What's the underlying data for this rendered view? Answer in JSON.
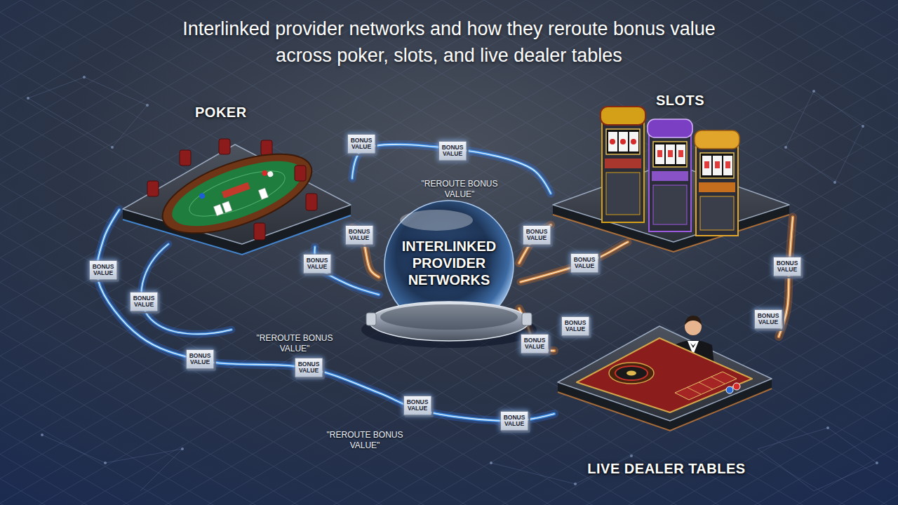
{
  "diagram": {
    "title": "Interlinked provider networks and how they reroute bonus value across poker, slots, and live dealer tables",
    "nodes": [
      {
        "text": [
          "POKER"
        ]
      },
      {
        "text": [
          "SLOTS"
        ]
      },
      {
        "text": [
          "INTERLINKED PROVIDER NETWORKS"
        ]
      },
      {
        "text": [
          "LIVE DEALER TABLES"
        ]
      }
    ],
    "edges": [
      {
        "from": 0,
        "to": 1,
        "arrow": "none"
      },
      {
        "from": 0,
        "to": 2,
        "arrow": "none"
      },
      {
        "from": 0,
        "to": 2,
        "arrow": "none"
      },
      {
        "from": 1,
        "to": 2,
        "arrow": "none"
      },
      {
        "from": 0,
        "to": 3,
        "arrow": "none"
      },
      {
        "from": 3,
        "to": 2,
        "arrow": "none"
      },
      {
        "from": 1,
        "to": 3,
        "arrow": "none"
      }
    ],
    "labels": [
      "BONUS VALUE",
      "BONUS VALUE",
      "\"REROUTE BONUS VALUE\"",
      "BONUS VALUE",
      "BONUS VALUE",
      "BONUS VALUE",
      "BONUS VALUE",
      "BONUS VALUE",
      "BONUS VALUE",
      "BONUS VALUE",
      "BONUS VALUE",
      "BONUS VALUE",
      "\"REROUTE BONUS VALUE\"",
      "BONUS VALUE",
      "BONUS VALUE",
      "BONUS VALUE",
      "BONUS VALUE",
      "BONUS VALUE",
      "\"REROUTE BONUS VALUE\""
    ]
  }
}
